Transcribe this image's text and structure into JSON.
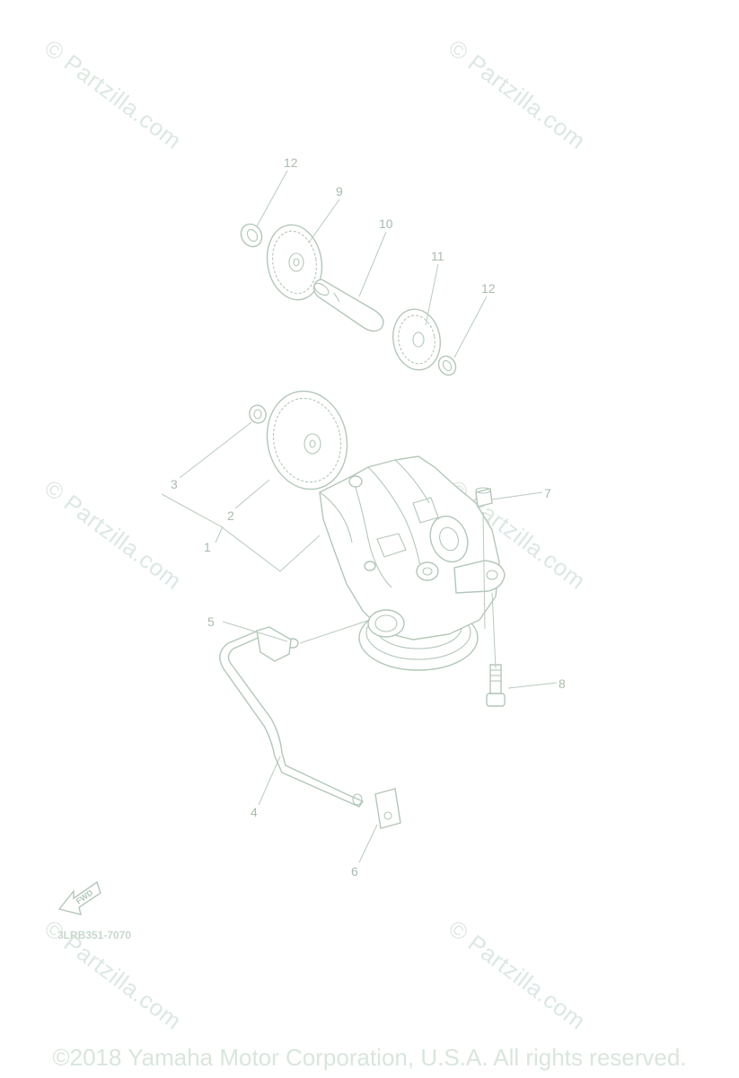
{
  "watermark": "© Partzilla.com",
  "copyright": "©2018 Yamaha Motor Corporation, U.S.A. All rights reserved.",
  "part_code": "3LRB351-7070",
  "fwd_label": "FWD",
  "callouts": {
    "c12a": "12",
    "c9": "9",
    "c10": "10",
    "c11": "11",
    "c12b": "12",
    "c3": "3",
    "c2": "2",
    "c1": "1",
    "c7": "7",
    "c5": "5",
    "c8": "8",
    "c4": "4",
    "c6": "6"
  }
}
